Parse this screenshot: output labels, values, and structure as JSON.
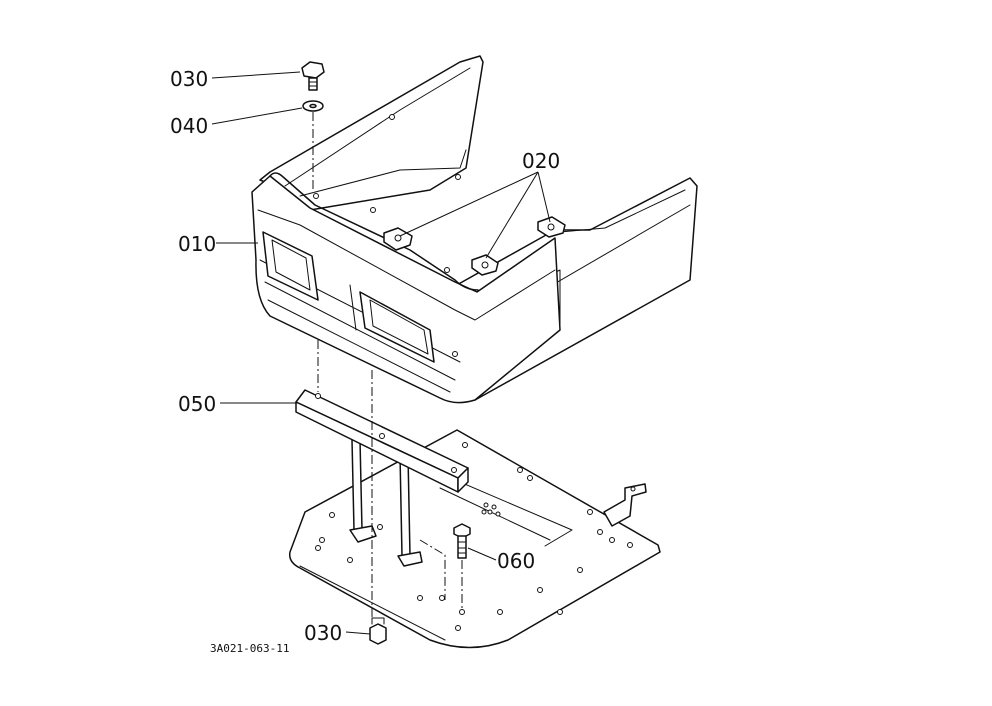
{
  "labels": {
    "p030_top": "030",
    "p040": "040",
    "p020": "020",
    "p010": "010",
    "p050": "050",
    "p060": "060",
    "p030_bottom": "030"
  },
  "drawing_code": "3A021-063-11"
}
